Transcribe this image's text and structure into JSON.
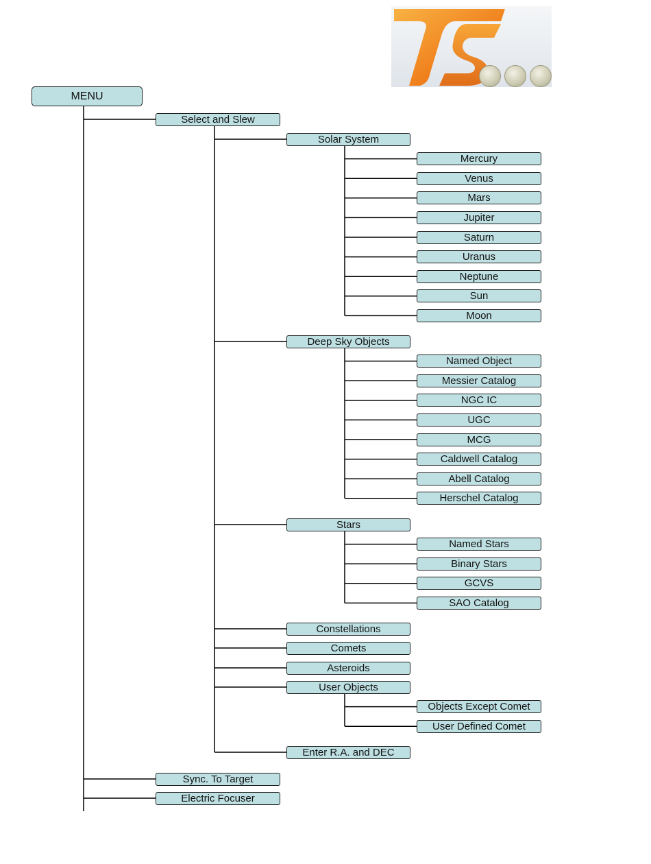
{
  "colors": {
    "node_fill": "#bfe0e2",
    "node_border": "#1c1c1c",
    "line": "#000000",
    "logo_orange": "#f07f1c",
    "logo_yellow": "#f8b243"
  },
  "logo": {
    "icon": "ts-telescope-service-logo"
  },
  "menu": {
    "label": "MENU",
    "children": [
      {
        "label": "Select and Slew",
        "children": [
          {
            "label": "Solar System",
            "children": [
              "Mercury",
              "Venus",
              "Mars",
              "Jupiter",
              "Saturn",
              "Uranus",
              "Neptune",
              "Sun",
              "Moon"
            ]
          },
          {
            "label": "Deep Sky Objects",
            "children": [
              "Named Object",
              "Messier Catalog",
              "NGC IC",
              "UGC",
              "MCG",
              "Caldwell Catalog",
              "Abell Catalog",
              "Herschel Catalog"
            ]
          },
          {
            "label": "Stars",
            "children": [
              "Named Stars",
              "Binary Stars",
              "GCVS",
              "SAO Catalog"
            ]
          },
          {
            "label": "Constellations",
            "children": []
          },
          {
            "label": "Comets",
            "children": []
          },
          {
            "label": "Asteroids",
            "children": []
          },
          {
            "label": "User Objects",
            "children": [
              "Objects Except Comet",
              "User Defined Comet"
            ]
          },
          {
            "label": "Enter R.A. and DEC",
            "children": []
          }
        ]
      },
      {
        "label": "Sync. To Target",
        "children": []
      },
      {
        "label": "Electric Focuser",
        "children": []
      }
    ]
  }
}
